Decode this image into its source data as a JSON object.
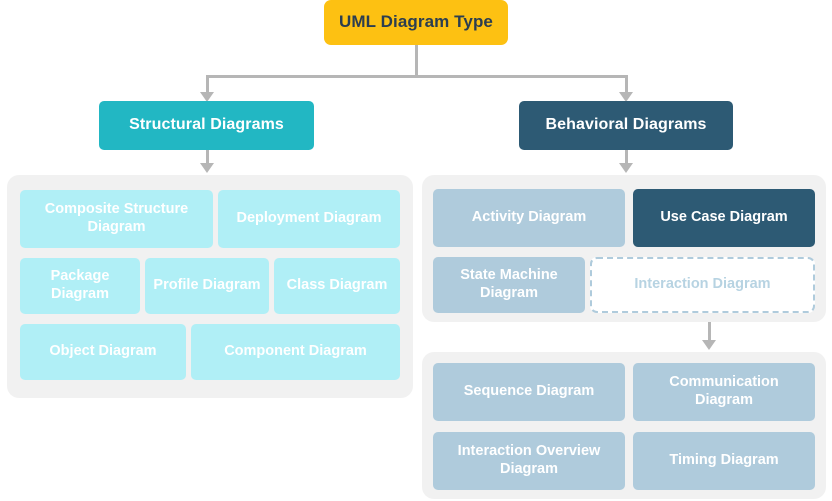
{
  "title": "UML Diagram Type",
  "root": {
    "label": "UML Diagram Type",
    "color": "#FDC112",
    "text_color": "#2C3E50"
  },
  "branches": [
    {
      "key": "structural",
      "label": "Structural Diagrams",
      "color": "#22B7C3",
      "text_color": "#FFFFFF"
    },
    {
      "key": "behavioral",
      "label": "Behavioral Diagrams",
      "color": "#2D5A74",
      "text_color": "#FFFFFF"
    }
  ],
  "structural_panel": {
    "background": "#F1F1F1",
    "chip_color": "#B0EFF6",
    "chip_text_color": "#FFFFFF",
    "items": [
      {
        "label": "Composite Structure Diagram",
        "style": "cyan"
      },
      {
        "label": "Deployment Diagram",
        "style": "cyan"
      },
      {
        "label": "Package Diagram",
        "style": "cyan"
      },
      {
        "label": "Profile Diagram",
        "style": "cyan"
      },
      {
        "label": "Class Diagram",
        "style": "cyan"
      },
      {
        "label": "Object Diagram",
        "style": "cyan"
      },
      {
        "label": "Component Diagram",
        "style": "cyan"
      }
    ]
  },
  "behavioral_panel": {
    "background": "#F1F1F1",
    "chip_color": "#AFCBDC",
    "chip_text_color": "#FFFFFF",
    "highlight_color": "#2D5A74",
    "dashed_border_color": "#AFCBDC",
    "dashed_text_color": "#B7D3E2",
    "items": [
      {
        "label": "Activity Diagram",
        "style": "blue"
      },
      {
        "label": "Use Case Diagram",
        "style": "dark"
      },
      {
        "label": "State Machine Diagram",
        "style": "blue"
      },
      {
        "label": "Interaction Diagram",
        "style": "dashed"
      }
    ]
  },
  "interaction_panel": {
    "background": "#F1F1F1",
    "chip_color": "#AFCBDC",
    "chip_text_color": "#FFFFFF",
    "items": [
      {
        "label": "Sequence Diagram",
        "style": "blue"
      },
      {
        "label": "Communication Diagram",
        "style": "blue"
      },
      {
        "label": "Interaction Overview Diagram",
        "style": "blue"
      },
      {
        "label": "Timing Diagram",
        "style": "blue"
      }
    ]
  },
  "connectors": {
    "color": "#B6B6B6"
  }
}
